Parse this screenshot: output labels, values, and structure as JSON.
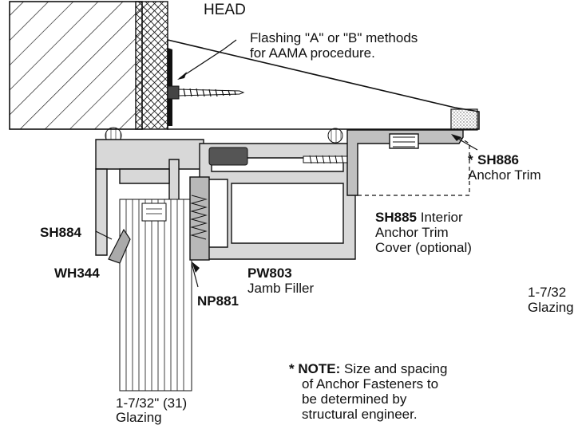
{
  "head_label": "HEAD",
  "flashing_note": {
    "line1": "Flashing \"A\" or \"B\" methods",
    "line2": "for AAMA procedure."
  },
  "sh886": {
    "star": "*",
    "code": "SH886",
    "desc": "Anchor Trim"
  },
  "sh885": {
    "code": "SH885",
    "desc_l1": "Interior",
    "desc_l2": "Anchor Trim",
    "desc_l3": "Cover (optional)"
  },
  "sh884": {
    "code": "SH884"
  },
  "wh344": {
    "code": "WH344"
  },
  "pw803": {
    "code": "PW803",
    "desc": "Jamb Filler"
  },
  "np881": {
    "code": "NP881"
  },
  "right_glazing_partial": {
    "line1": "1-7/32",
    "line2": "Glazing"
  },
  "note": {
    "star": "*",
    "label": "NOTE:",
    "line1": "Size and spacing",
    "line2": "of Anchor Fasteners to",
    "line3": "be determined by",
    "line4": "structural engineer."
  },
  "glazing": {
    "line1": "1-7/32\" (31)",
    "line2": "Glazing"
  },
  "colors": {
    "line": "#111111",
    "profile": "#d8d8d8",
    "dark_part": "#555555",
    "wood": "#ffffff"
  }
}
